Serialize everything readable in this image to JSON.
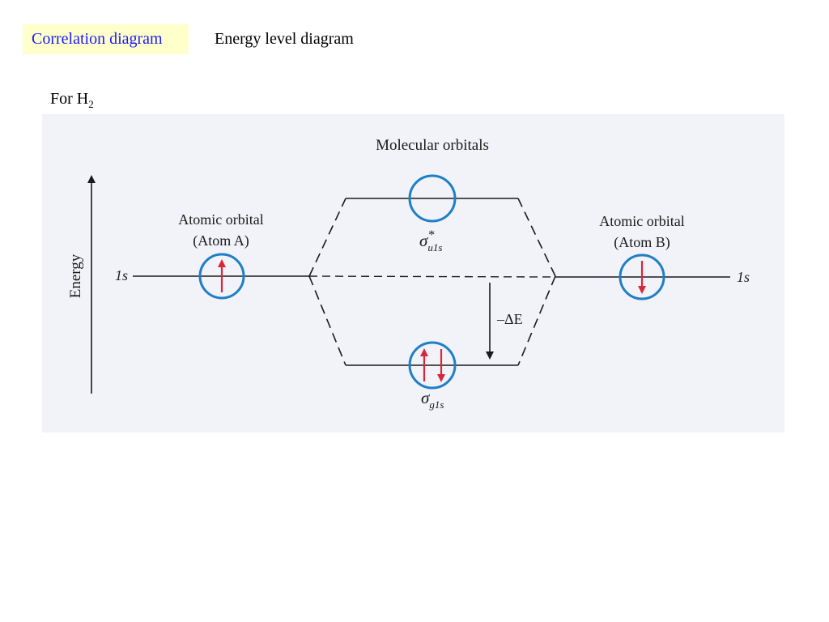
{
  "tabs": [
    {
      "label": "Correlation diagram",
      "active": true
    },
    {
      "label": "Energy level diagram",
      "active": false
    }
  ],
  "heading": {
    "prefix": "For H",
    "subscript": "2"
  },
  "diagram": {
    "title": "Molecular orbitals",
    "energy_axis_label": "Energy",
    "atom_a": {
      "line1": "Atomic orbital",
      "line2": "(Atom A)",
      "orbital": "1s",
      "electrons": "up"
    },
    "atom_b": {
      "line1": "Atomic orbital",
      "line2": "(Atom B)",
      "orbital": "1s",
      "electrons": "down"
    },
    "antibonding": {
      "symbol": "σ",
      "superscript": "*",
      "subscript": "u1s",
      "electrons": "none"
    },
    "bonding": {
      "symbol": "σ",
      "subscript": "g1s",
      "electrons": "up-down"
    },
    "delta_label": "–ΔE",
    "colors": {
      "orbital_circle": "#1f7fc6",
      "electron_arrow": "#d9263a",
      "line": "#1a1a1a",
      "tab_highlight": "#ffffcc",
      "tab_active_text": "#1a1aff"
    }
  }
}
